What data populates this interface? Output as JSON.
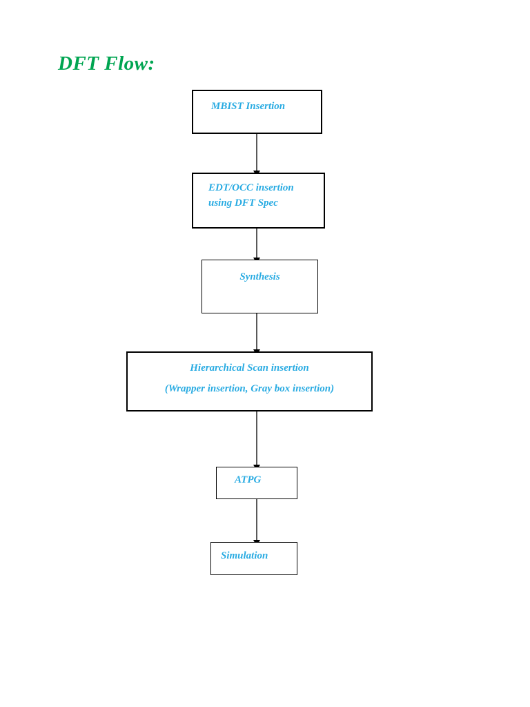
{
  "document": {
    "title": "DFT Flow:",
    "title_color": "#00A551",
    "node_text_color": "#29ABE2",
    "background": "#ffffff"
  },
  "flowchart": {
    "type": "flowchart",
    "orientation": "top-to-bottom",
    "nodes": [
      {
        "id": "mbist",
        "label": "MBIST Insertion"
      },
      {
        "id": "edt",
        "label_line1": "EDT/OCC insertion",
        "label_line2": "using DFT Spec"
      },
      {
        "id": "synthesis",
        "label": "Synthesis"
      },
      {
        "id": "hier",
        "label_line1": "Hierarchical Scan insertion",
        "label_line2": "(Wrapper insertion, Gray box insertion)"
      },
      {
        "id": "atpg",
        "label": "ATPG"
      },
      {
        "id": "simulation",
        "label": "Simulation"
      }
    ],
    "edges": [
      {
        "from": "mbist",
        "to": "edt",
        "arrow": "down"
      },
      {
        "from": "edt",
        "to": "synthesis",
        "arrow": "down"
      },
      {
        "from": "synthesis",
        "to": "hier",
        "arrow": "down"
      },
      {
        "from": "hier",
        "to": "atpg",
        "arrow": "down"
      },
      {
        "from": "atpg",
        "to": "simulation",
        "arrow": "down"
      }
    ]
  }
}
